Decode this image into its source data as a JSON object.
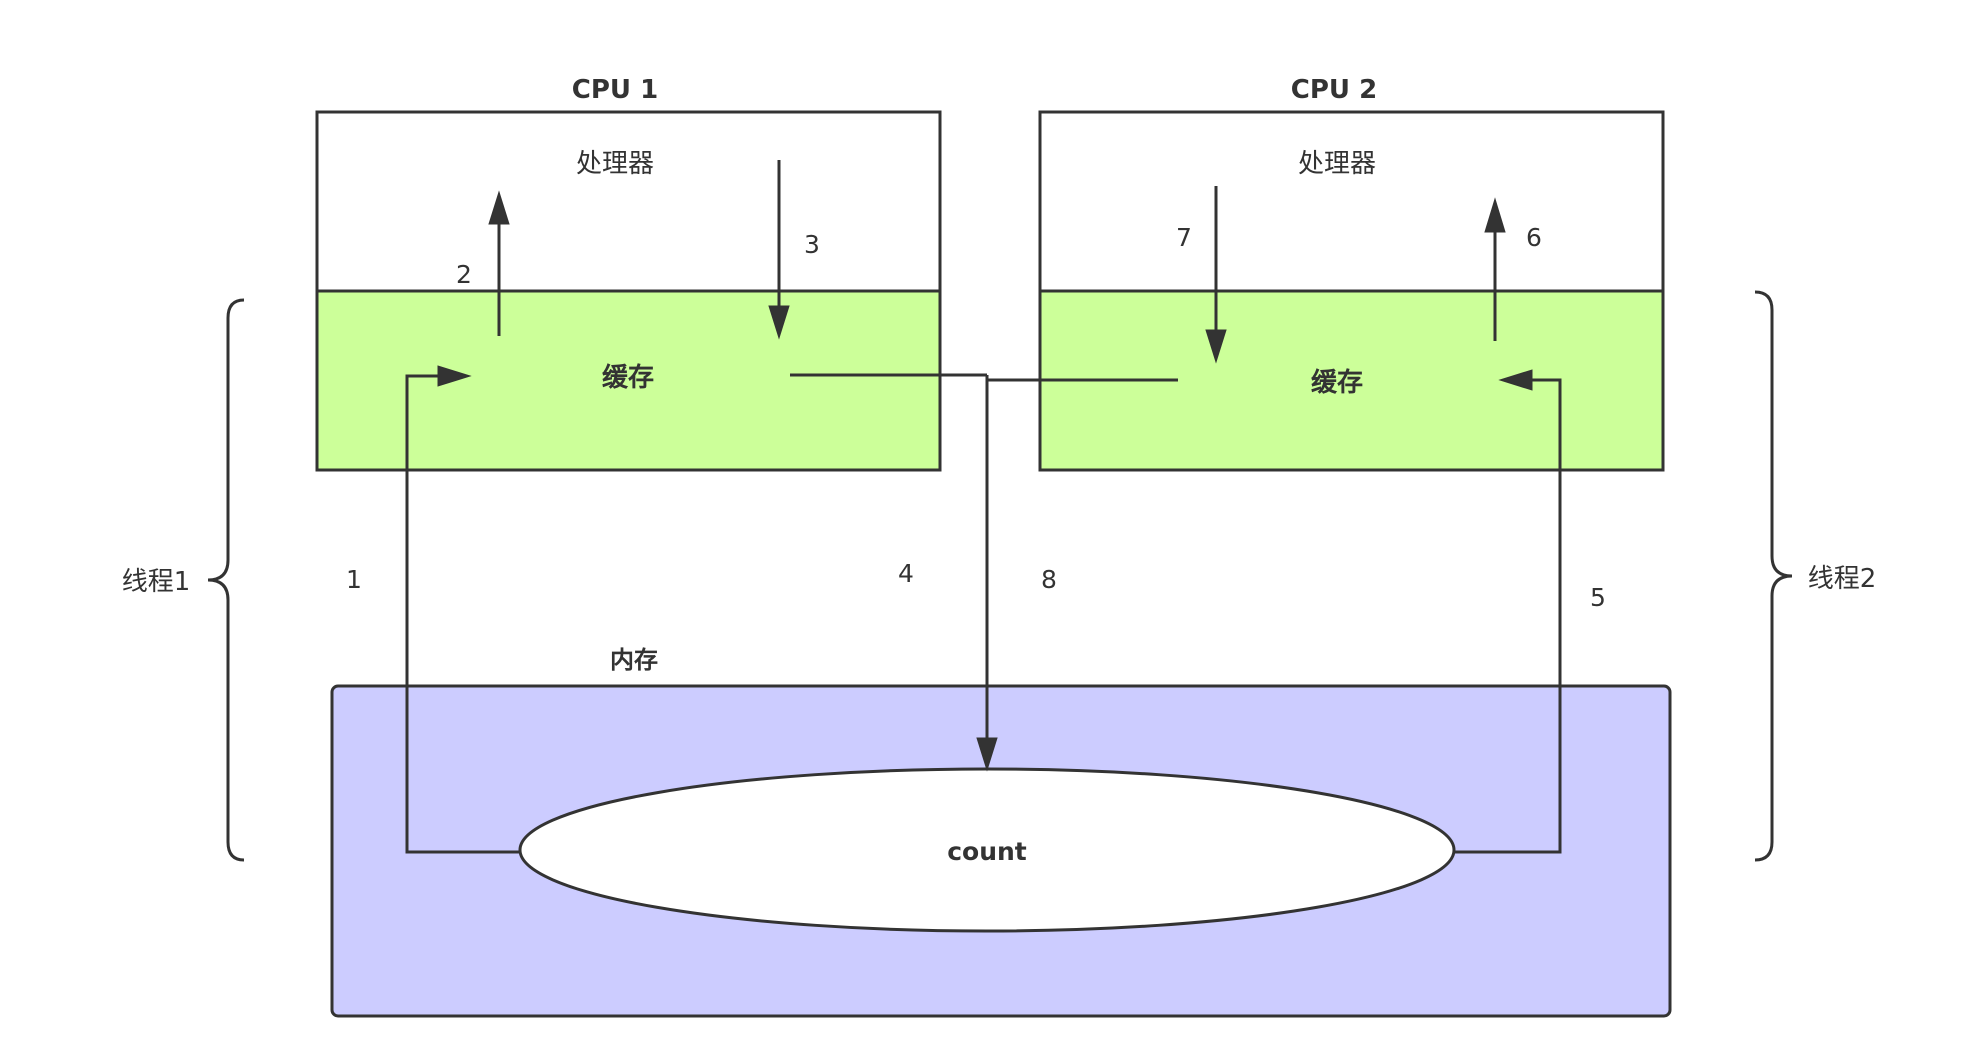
{
  "cpu1": {
    "title": "CPU 1",
    "processor_label": "处理器",
    "cache_label": "缓存"
  },
  "cpu2": {
    "title": "CPU 2",
    "processor_label": "处理器",
    "cache_label": "缓存"
  },
  "memory": {
    "title": "内存",
    "variable_label": "count"
  },
  "threads": {
    "left_label": "线程1",
    "right_label": "线程2"
  },
  "steps": {
    "s1": "1",
    "s2": "2",
    "s3": "3",
    "s4": "4",
    "s5": "5",
    "s6": "6",
    "s7": "7",
    "s8": "8"
  },
  "colors": {
    "cache_fill": "#ccff99",
    "memory_fill": "#ccccff",
    "processor_fill": "#ffffff",
    "stroke": "#333333"
  }
}
